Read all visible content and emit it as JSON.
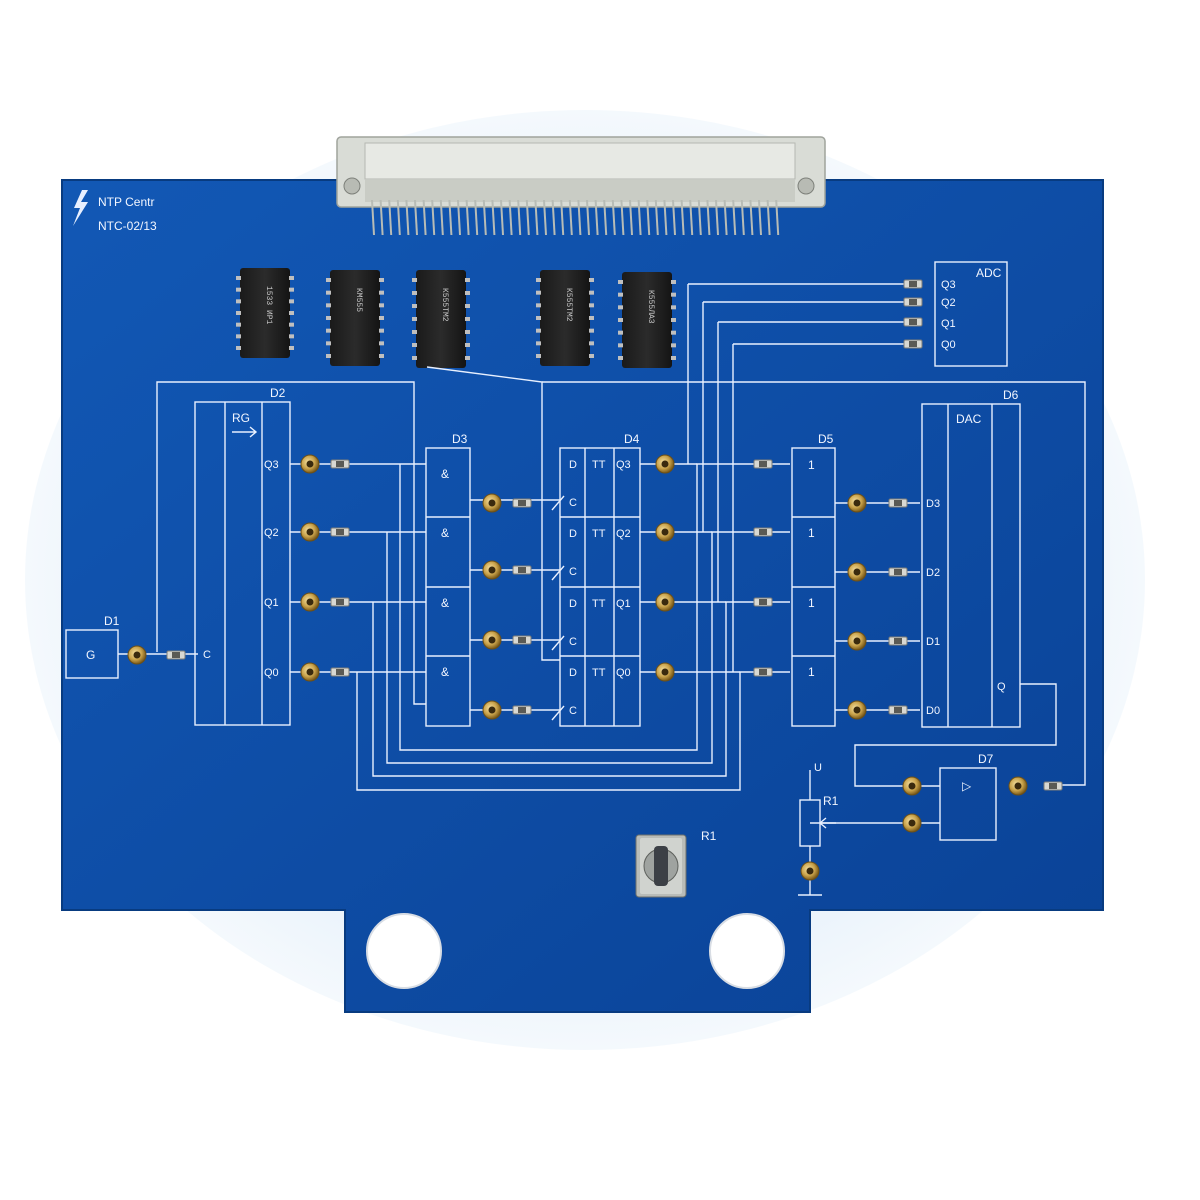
{
  "board": {
    "maker": "NTP Centr",
    "model": "NTC-02/13",
    "colors": {
      "pcb": "#0d4fa8",
      "pcb_dark": "#0a3f88",
      "silk": "#e8f0ff",
      "pad": "#c9a24a",
      "connector": "#d9dcd6"
    }
  },
  "chips": [
    {
      "marking": "1533 ИР1"
    },
    {
      "marking": "КМ555"
    },
    {
      "marking": "К555ТМ2"
    },
    {
      "marking": "К555ТМ2"
    },
    {
      "marking": "К555ЛА3"
    }
  ],
  "blocks": {
    "d1": {
      "ref": "D1",
      "func": "G"
    },
    "d2": {
      "ref": "D2",
      "func": "RG",
      "clock": "C",
      "outputs": [
        "Q3",
        "Q2",
        "Q1",
        "Q0"
      ]
    },
    "d3": {
      "ref": "D3",
      "gates": [
        "&",
        "&",
        "&",
        "&"
      ]
    },
    "d4": {
      "ref": "D4",
      "cells": [
        {
          "d": "D",
          "tt": "TT",
          "q": "Q3",
          "c": "C"
        },
        {
          "d": "D",
          "tt": "TT",
          "q": "Q2",
          "c": "C"
        },
        {
          "d": "D",
          "tt": "TT",
          "q": "Q1",
          "c": "C"
        },
        {
          "d": "D",
          "tt": "TT",
          "q": "Q0",
          "c": "C"
        }
      ]
    },
    "d5": {
      "ref": "D5",
      "gates": [
        "1",
        "1",
        "1",
        "1"
      ]
    },
    "d6": {
      "ref": "D6",
      "func": "DAC",
      "inputs": [
        "D3",
        "D2",
        "D1",
        "D0"
      ],
      "output": "Q"
    },
    "d7": {
      "ref": "D7",
      "symbol": "▷"
    },
    "adc": {
      "func": "ADC",
      "outputs": [
        "Q3",
        "Q2",
        "Q1",
        "Q0"
      ]
    },
    "r1": {
      "ref": "R1",
      "supply": "U"
    },
    "pot": {
      "ref": "R1"
    }
  }
}
